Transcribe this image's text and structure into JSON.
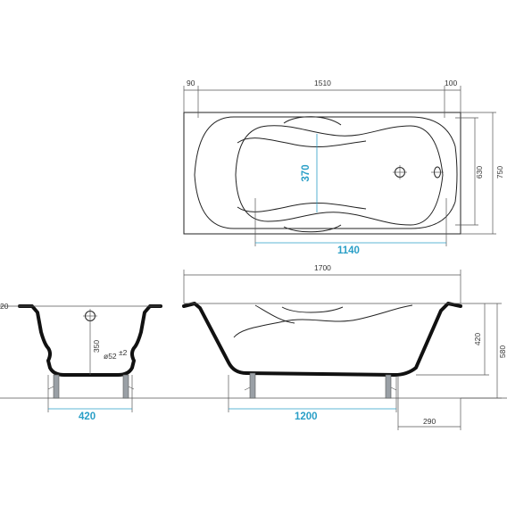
{
  "colors": {
    "line": "#222222",
    "dimension_line": "#555555",
    "highlight": "#2a9fc7",
    "leg": "#9aa0a6"
  },
  "dimensions": {
    "top_left_margin": "90",
    "top_length_inner": "1510",
    "top_right_margin": "100",
    "top_inner_width": "370",
    "top_inner_length": "1140",
    "top_width_inner": "630",
    "top_width_outer": "750",
    "side_total_length": "1700",
    "side_bottom_length": "1200",
    "side_leg_offset": "290",
    "side_depth_inner": "420",
    "side_height_total": "580",
    "front_rim": "20",
    "front_depth": "350",
    "front_bottom_width": "420",
    "drain_diameter": "ø52",
    "drain_tolerance": "±2"
  }
}
